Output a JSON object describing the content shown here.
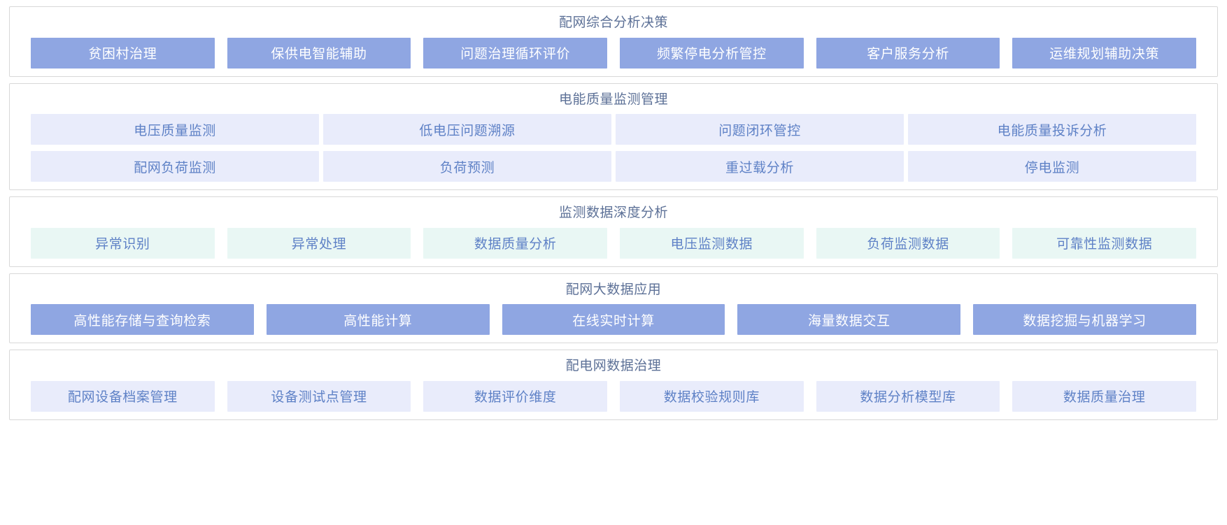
{
  "theme": {
    "page_background": "#ffffff",
    "panel_border": "#d8d8d8",
    "title_color": "#5d7197",
    "chip_blue_bg": "#8fa6e2",
    "chip_blue_text": "#ffffff",
    "chip_lavender_bg": "#e9ecfb",
    "chip_mint_bg": "#e9f7f4",
    "chip_pale_text": "#5e81c6"
  },
  "panels": [
    {
      "title": "配网综合分析决策",
      "style": "blue",
      "rows": [
        {
          "items": [
            {
              "label": "贫困村治理"
            },
            {
              "label": "保供电智能辅助"
            },
            {
              "label": "问题治理循环评价"
            },
            {
              "label": "频繁停电分析管控"
            },
            {
              "label": "客户服务分析"
            },
            {
              "label": "运维规划辅助决策"
            }
          ]
        }
      ]
    },
    {
      "title": "电能质量监测管理",
      "style": "lavender",
      "rows": [
        {
          "items": [
            {
              "label": "电压质量监测"
            },
            {
              "label": "低电压问题溯源"
            },
            {
              "label": "问题闭环管控"
            },
            {
              "label": "电能质量投诉分析"
            }
          ]
        },
        {
          "items": [
            {
              "label": "配网负荷监测"
            },
            {
              "label": "负荷预测"
            },
            {
              "label": "重过载分析"
            },
            {
              "label": "停电监测"
            }
          ]
        }
      ]
    },
    {
      "title": "监测数据深度分析",
      "style": "mint",
      "rows": [
        {
          "items": [
            {
              "label": "异常识别"
            },
            {
              "label": "异常处理"
            },
            {
              "label": "数据质量分析"
            },
            {
              "label": "电压监测数据"
            },
            {
              "label": "负荷监测数据"
            },
            {
              "label": "可靠性监测数据"
            }
          ]
        }
      ]
    },
    {
      "title": "配网大数据应用",
      "style": "blue",
      "rows": [
        {
          "items": [
            {
              "label": "高性能存储与查询检索"
            },
            {
              "label": "高性能计算"
            },
            {
              "label": "在线实时计算"
            },
            {
              "label": "海量数据交互"
            },
            {
              "label": "数据挖掘与机器学习"
            }
          ]
        }
      ]
    },
    {
      "title": "配电网数据治理",
      "style": "lavender",
      "rows": [
        {
          "items": [
            {
              "label": "配网设备档案管理"
            },
            {
              "label": "设备测试点管理"
            },
            {
              "label": "数据评价维度"
            },
            {
              "label": "数据校验规则库"
            },
            {
              "label": "数据分析模型库"
            },
            {
              "label": "数据质量治理"
            }
          ]
        }
      ]
    }
  ]
}
